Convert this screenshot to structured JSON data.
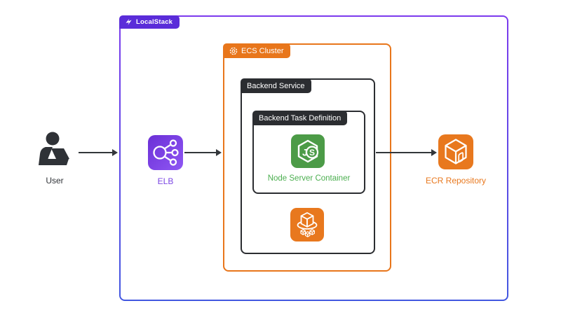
{
  "containers": {
    "localstack": {
      "label": "LocalStack",
      "tab_color": "#5A2CD9",
      "border_top_color": "#7C3AED",
      "border_bottom_color": "#4257E0"
    },
    "ecs_cluster": {
      "label": "ECS Cluster",
      "color": "#E8761B"
    },
    "backend_service": {
      "label": "Backend Service",
      "color": "#2B2D31"
    },
    "backend_task_definition": {
      "label": "Backend Task Definition",
      "color": "#2B2D31"
    }
  },
  "nodes": {
    "user": {
      "label": "User",
      "icon": "person-at-laptop",
      "color": "#2F3237"
    },
    "elb": {
      "label": "ELB",
      "icon": "elastic-load-balancer",
      "icon_color_start": "#6B2FD6",
      "icon_color_end": "#8F57F4",
      "label_color": "#7B46E3"
    },
    "node_server_container": {
      "label": "Node Server Container",
      "icon": "nodejs-hexagon",
      "icon_color": "#4C9B47",
      "label_color": "#4CAF50"
    },
    "ecs_service": {
      "icon": "ecs-service-cube",
      "icon_color": "#E8781E"
    },
    "ecr_repository": {
      "label": "ECR Repository",
      "icon": "ecr-cube",
      "icon_color": "#E8781E",
      "label_color": "#E8781E"
    }
  },
  "arrows": {
    "color": "#33363A"
  }
}
